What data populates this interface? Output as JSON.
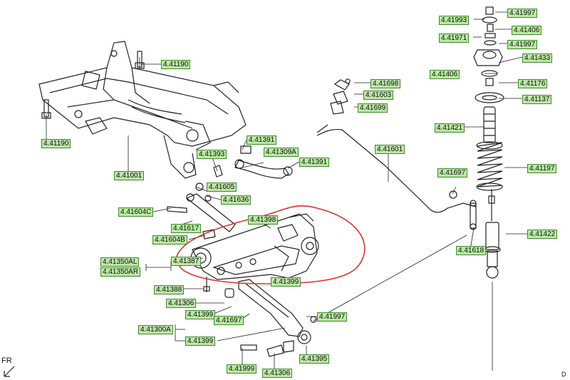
{
  "diagram": {
    "labels": {
      "l_41993": "4.41993",
      "l_41997_top": "4.41997",
      "l_41406_top": "4.41406",
      "l_41971": "4.41971",
      "l_41997_mid": "4.41997",
      "l_41433": "4.41433",
      "l_41406_mid": "4.41406",
      "l_41176": "4.41176",
      "l_41137": "4.41137",
      "l_41190_a": "4.41190",
      "l_41698": "4.41698",
      "l_41603": "4.41603",
      "l_41699": "4.41699",
      "l_41421": "4.41421",
      "l_41190_b": "4.41190",
      "l_41391_a": "4.41391",
      "l_41393": "4.41393",
      "l_41309a": "4.41309A",
      "l_41391_b": "4.41391",
      "l_41001": "4.41001",
      "l_41601": "4.41601",
      "l_41697_r": "4.41697",
      "l_41197": "4.41197",
      "l_41605": "4.41605",
      "l_41636": "4.41636",
      "l_41604c": "4.41604C",
      "l_41398": "4.41398",
      "l_41617": "4.41617",
      "l_41604b": "4.41604B",
      "l_41422": "4.41422",
      "l_41618": "4.41618",
      "l_41350al": "4.41350AL",
      "l_41350ar": "4.41350AR",
      "l_41387": "4.41387",
      "l_41399_mid": "4.41399",
      "l_41388": "4.41388",
      "l_41306_a": "4.41306",
      "l_41399_a": "4.41399",
      "l_41697_c": "4.41697",
      "l_41997_b": "4.41997",
      "l_41300a": "4.41300A",
      "l_41399_b": "4.41399",
      "l_41395": "4.41395",
      "l_41999": "4.41999",
      "l_41306_b": "4.41306"
    },
    "fr_label": "FR",
    "corner_mark": "D",
    "highlight_color": "#e03030",
    "label_fill": "#bde7a6",
    "label_border": "#3d8c2d"
  }
}
